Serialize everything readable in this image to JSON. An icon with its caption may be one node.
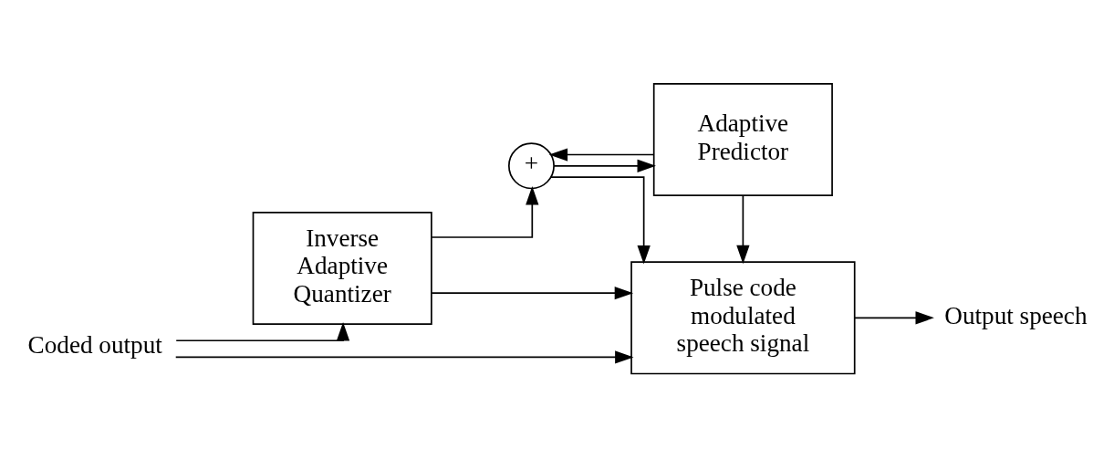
{
  "diagram": {
    "nodes": [
      {
        "text": [
          "Coded output"
        ]
      },
      {
        "text": [
          "Inverse Adaptive Quantizer"
        ]
      },
      {
        "text": [
          "+"
        ]
      },
      {
        "text": [
          "Pulse code modulated speech signal"
        ]
      },
      {
        "text": [
          "Output speech"
        ]
      },
      {
        "text": [
          "Adaptive Predictor"
        ]
      }
    ],
    "edges": [
      {
        "from": 0,
        "to": 1,
        "arrow": "to"
      },
      {
        "from": 0,
        "to": 3,
        "arrow": "to"
      },
      {
        "from": 1,
        "to": 3,
        "arrow": "to"
      },
      {
        "from": 1,
        "to": 2,
        "arrow": "to"
      },
      {
        "from": 2,
        "to": 3,
        "arrow": "to"
      },
      {
        "from": 2,
        "to": 5,
        "arrow": "to"
      },
      {
        "from": 5,
        "to": 2,
        "arrow": "to"
      },
      {
        "from": 5,
        "to": 3,
        "arrow": "to"
      },
      {
        "from": 3,
        "to": 4,
        "arrow": "to"
      }
    ]
  }
}
